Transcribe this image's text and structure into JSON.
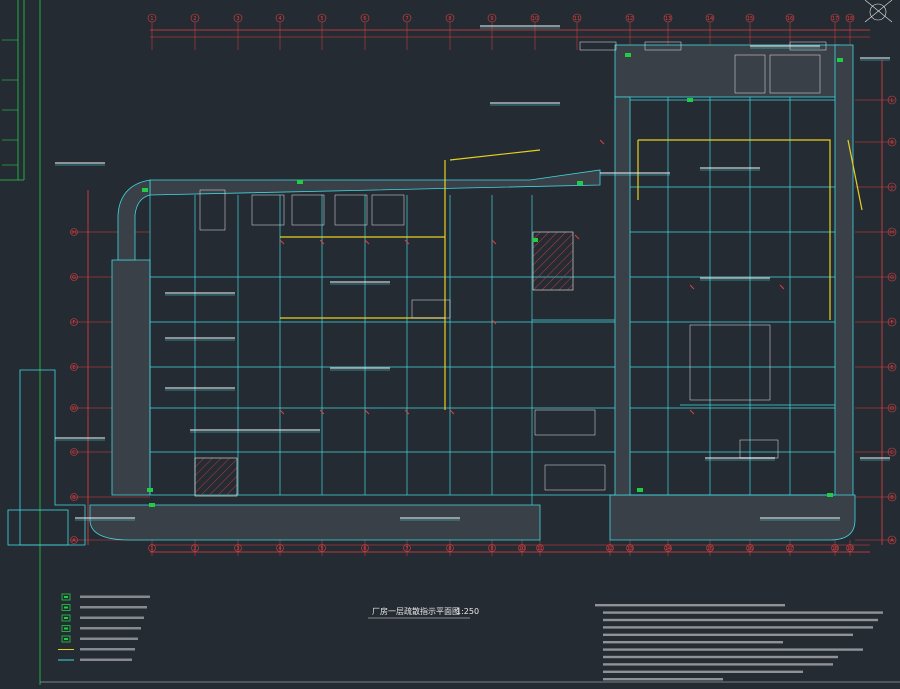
{
  "drawing": {
    "title": "厂房一层疏散指示平面图",
    "scale": "1:250"
  },
  "axes": {
    "columns_top": [
      "1",
      "2",
      "3",
      "4",
      "5",
      "6",
      "7",
      "8",
      "9",
      "10",
      "11",
      "12",
      "13",
      "14",
      "15",
      "16",
      "17",
      "18"
    ],
    "columns_bottom": [
      "1",
      "2",
      "3",
      "4",
      "5",
      "6",
      "7",
      "8",
      "9",
      "10",
      "11",
      "12",
      "13",
      "14",
      "15",
      "16",
      "17",
      "18",
      "19"
    ],
    "rows": [
      "L",
      "K",
      "J",
      "H",
      "G",
      "F",
      "E",
      "D",
      "C",
      "B",
      "A"
    ]
  },
  "legend": {
    "items": [
      {
        "icon": "exit-sign-icon",
        "color": "#22cc44"
      },
      {
        "icon": "direction-sign-icon",
        "color": "#22cc44"
      },
      {
        "icon": "emergency-light-icon",
        "color": "#22cc44"
      },
      {
        "icon": "floor-sign-icon",
        "color": "#22cc44"
      },
      {
        "icon": "wall-sign-icon",
        "color": "#22cc44"
      },
      {
        "icon": "yellow-line-icon",
        "color": "#e8d020"
      },
      {
        "icon": "cyan-line-icon",
        "color": "#40d8e0"
      }
    ]
  },
  "colors": {
    "background": "#252b33",
    "axis": "#e04040",
    "wall": "#40d8e0",
    "route": "#e8d020",
    "sign": "#22cc44",
    "text": "#e8e8e8"
  }
}
